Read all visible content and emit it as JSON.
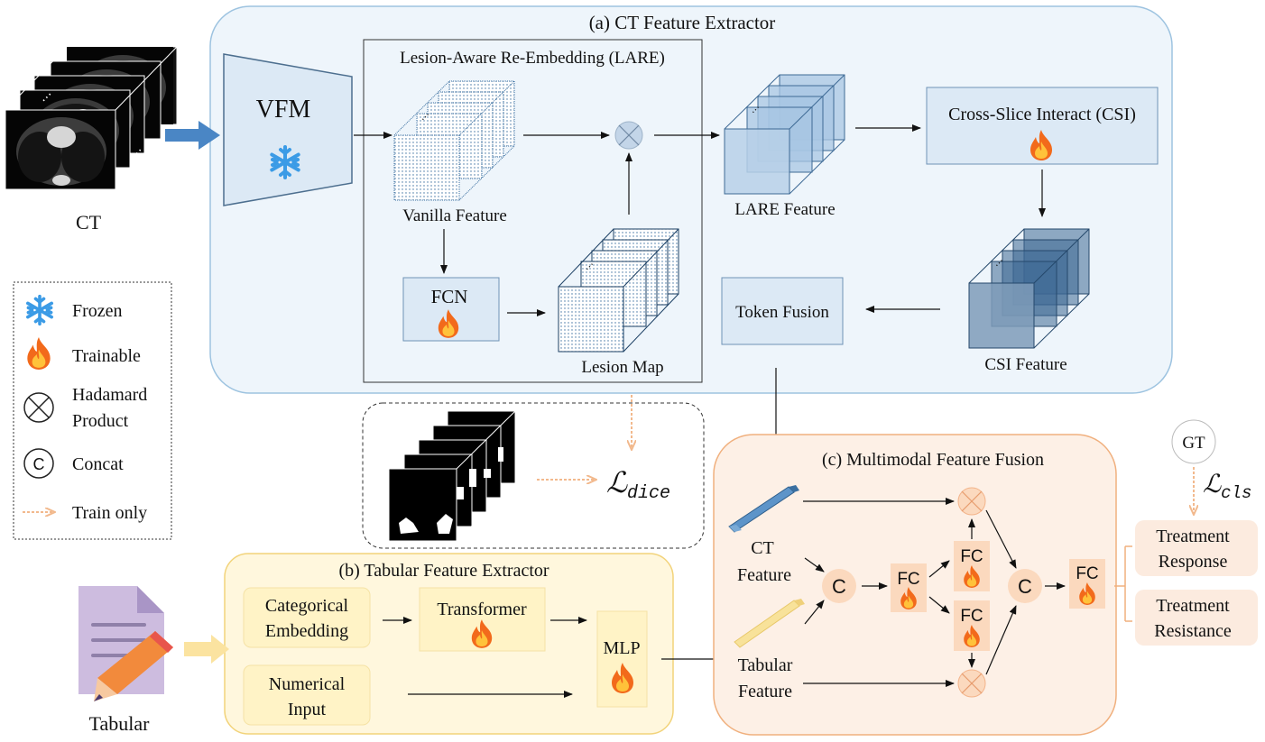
{
  "ct_extractor": {
    "title": "(a) CT Feature Extractor",
    "vfm_label": "VFM",
    "lare_title": "Lesion-Aware Re-Embedding (LARE)",
    "vanilla_feature": "Vanilla Feature",
    "fcn_label": "FCN",
    "lesion_map": "Lesion Map",
    "lare_feature": "LARE Feature",
    "csi_label": "Cross-Slice Interact (CSI)",
    "csi_feature": "CSI Feature",
    "token_fusion": "Token Fusion"
  },
  "input_ct": {
    "label": "CT"
  },
  "input_tabular": {
    "label": "Tabular"
  },
  "legend": {
    "frozen": "Frozen",
    "trainable": "Trainable",
    "hadamard_line1": "Hadamard",
    "hadamard_line2": "Product",
    "concat_symbol": "C",
    "concat": "Concat",
    "train_only": "Train only"
  },
  "dice_loss": {
    "symbol": "ℒ",
    "subscript": "dice"
  },
  "tabular_extractor": {
    "title": "(b) Tabular Feature Extractor",
    "categorical_line1": "Categorical",
    "categorical_line2": "Embedding",
    "transformer": "Transformer",
    "mlp": "MLP",
    "numerical_line1": "Numerical",
    "numerical_line2": "Input"
  },
  "fusion": {
    "title": "(c) Multimodal Feature Fusion",
    "ct_feature_line1": "CT",
    "ct_feature_line2": "Feature",
    "tabular_feature_line1": "Tabular",
    "tabular_feature_line2": "Feature",
    "concat_symbol": "C",
    "fc_label": "FC"
  },
  "outputs": {
    "gt": "GT",
    "cls_symbol": "ℒ",
    "cls_subscript": "cls",
    "response_line1": "Treatment",
    "response_line2": "Response",
    "resistance_line1": "Treatment",
    "resistance_line2": "Resistance"
  },
  "colors": {
    "ct_panel_fill": "#eef5fb",
    "ct_panel_stroke": "#9dc3e0",
    "tab_panel_fill": "#fff7dd",
    "tab_panel_stroke": "#f2d37a",
    "fusion_panel_fill": "#fdf0e6",
    "fusion_panel_stroke": "#f0b07e",
    "block_blue": "#dce9f5",
    "flame": "#f26a1b",
    "snow": "#3b9be6",
    "train_only_arrow": "#f2b98d"
  }
}
